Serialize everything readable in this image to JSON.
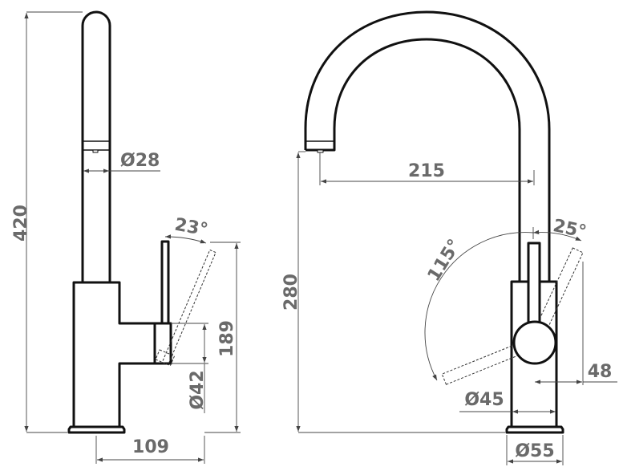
{
  "title": "Kitchen faucet technical drawing",
  "left_view": {
    "height_total": "420",
    "spout_diameter": "Ø28",
    "lever_angle": "23°",
    "lever_height": "189",
    "body_diameter": "Ø42",
    "reach": "109"
  },
  "right_view": {
    "spout_reach": "215",
    "spout_height": "280",
    "lever_angle_back": "25°",
    "lever_angle_front": "115°",
    "lever_offset": "48",
    "body_diameter": "Ø45",
    "base_diameter": "Ø55"
  },
  "colors": {
    "outline": "#111111",
    "dimension_text": "#6a6a6a"
  }
}
